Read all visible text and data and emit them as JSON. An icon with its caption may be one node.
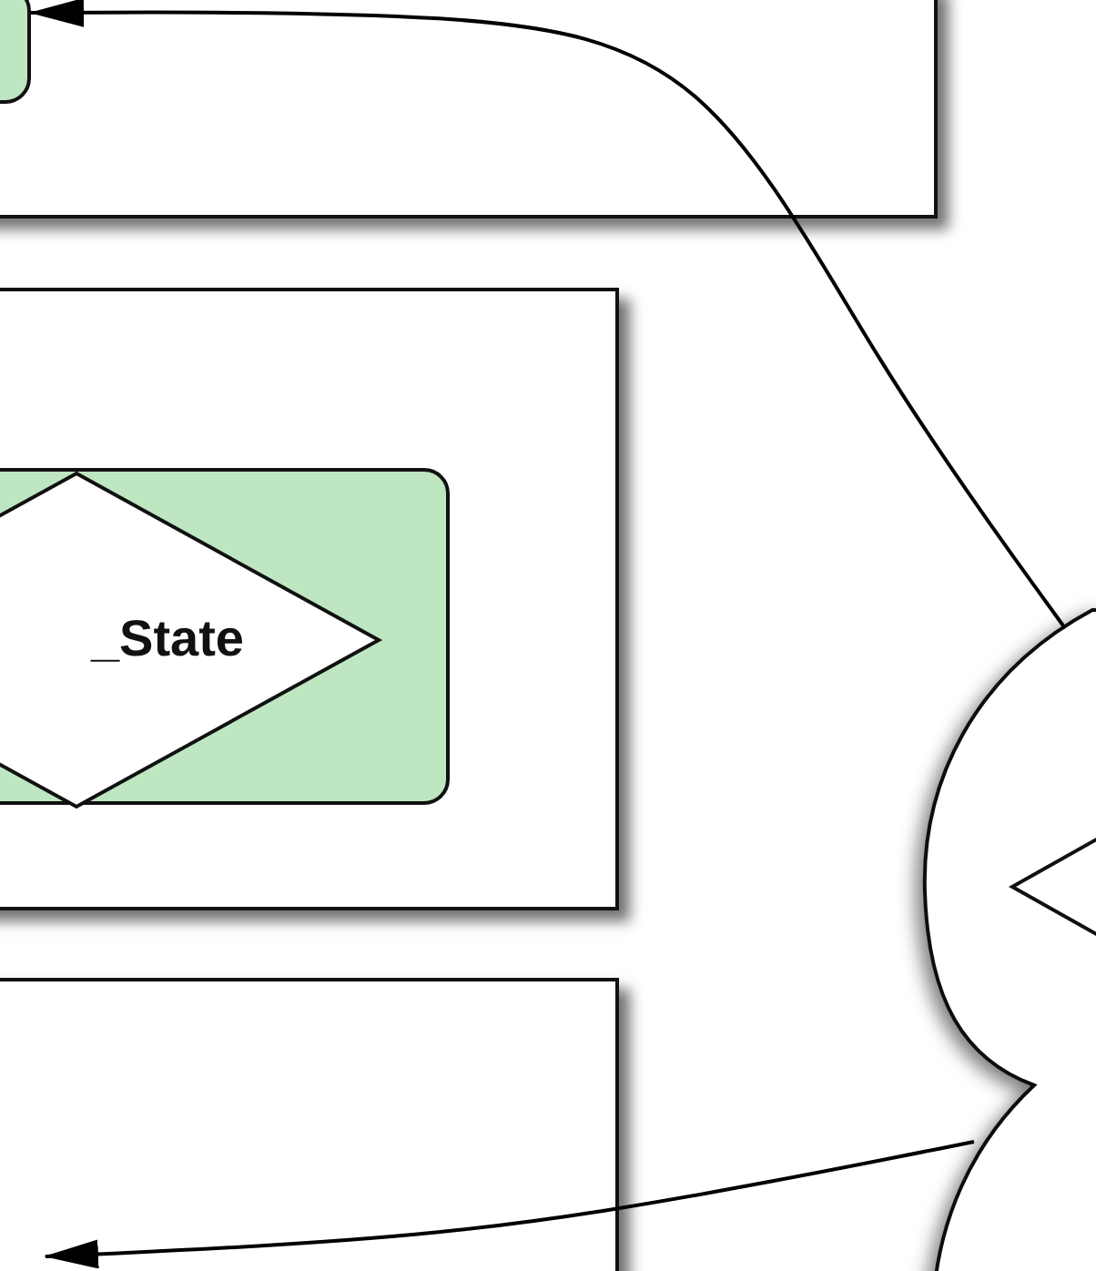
{
  "diagram": {
    "nodes": [
      {
        "text": [],
        "shape": "box"
      },
      {
        "text": [],
        "shape": "box",
        "in": 0
      },
      {
        "text": [],
        "shape": "box"
      },
      {
        "text": [],
        "shape": "box",
        "in": 2
      },
      {
        "text": [
          "_State"
        ],
        "in": 3
      },
      {
        "text": [],
        "shape": "box"
      },
      {
        "text": [],
        "shape": "cloud"
      },
      {
        "text": [],
        "shape": "diamond",
        "in": 6
      }
    ],
    "edges": [
      {
        "from": 6,
        "to": 1,
        "arrow": "to"
      },
      {
        "from": 6,
        "to": 5,
        "arrow": "to"
      }
    ]
  }
}
